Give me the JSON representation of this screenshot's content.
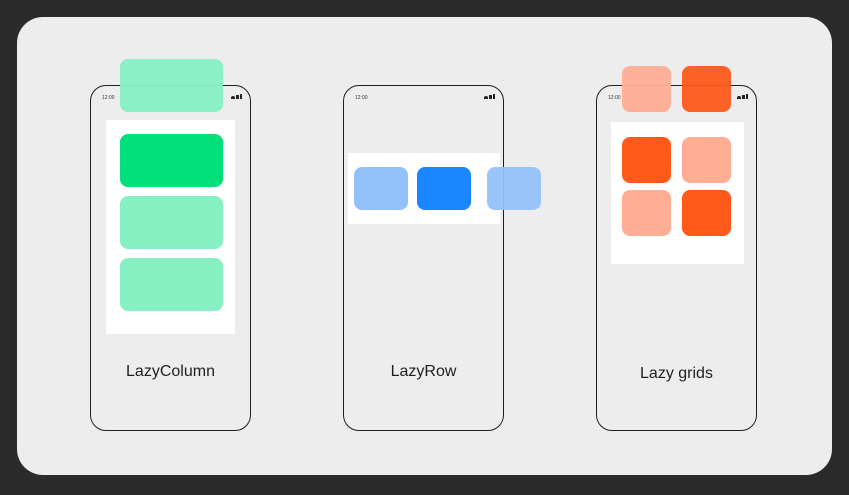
{
  "phones": [
    {
      "id": "column",
      "label": "LazyColumn",
      "status_time": "12:00"
    },
    {
      "id": "row",
      "label": "LazyRow",
      "status_time": "12:00"
    },
    {
      "id": "grid",
      "label": "Lazy grids",
      "status_time": "12:00"
    }
  ],
  "colors": {
    "green_strong": "#00df7a",
    "green_light": "#86f0c3",
    "blue_strong": "#1a86ff",
    "blue_light": "#93c2fb",
    "orange_strong": "#ff5a1a",
    "orange_light": "#ffad93"
  }
}
